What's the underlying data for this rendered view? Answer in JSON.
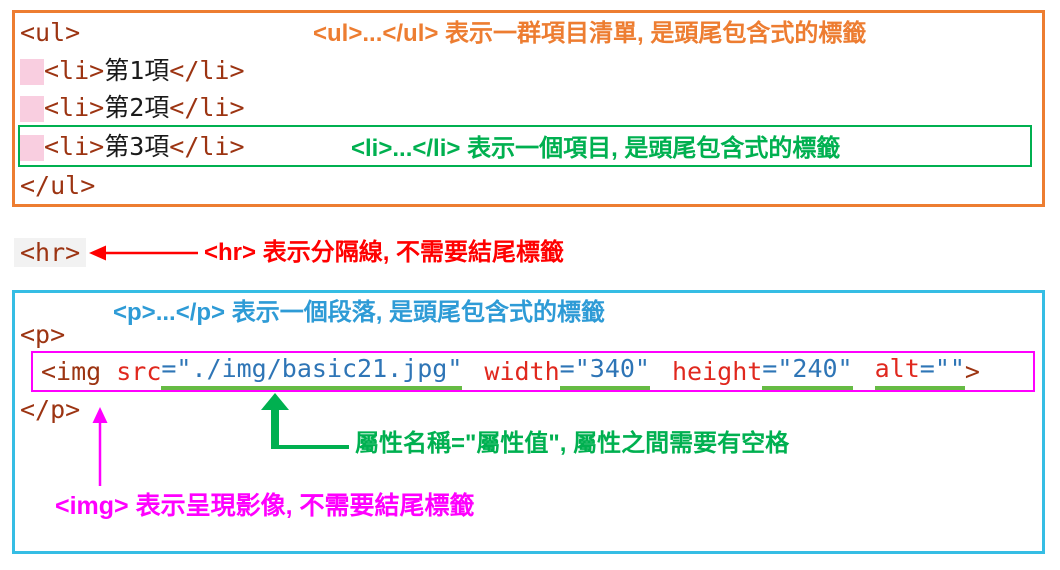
{
  "colors": {
    "orange": "#ED7D31",
    "green": "#00B050",
    "light_green": "#66BB44",
    "red": "#FF0000",
    "cyan": "#35BDE4",
    "blue": "#2E9BD6",
    "magenta": "#FF00FF",
    "code_tag": "#9C3412",
    "code_attr": "#E0281E",
    "code_value": "#2E75B6",
    "pink_highlight": "#F9CEE0"
  },
  "ul_box": {
    "open_tag": "<ul>",
    "annotation": "<ul>...</ul> 表示一群項目清單, 是頭尾包含式的標籤",
    "items": [
      {
        "open": "<li>",
        "text": "第1項",
        "close": "</li>"
      },
      {
        "open": "<li>",
        "text": "第2項",
        "close": "</li>"
      },
      {
        "open": "<li>",
        "text": "第3項",
        "close": "</li>"
      }
    ],
    "li_annotation": "<li>...</li> 表示一個項目, 是頭尾包含式的標籤",
    "close_tag": "</ul>"
  },
  "hr_row": {
    "code": "<hr>",
    "annotation": "<hr> 表示分隔線, 不需要結尾標籤"
  },
  "p_box": {
    "annotation": "<p>...</p> 表示一個段落, 是頭尾包含式的標籤",
    "p_open": "<p>",
    "p_close": "</p>",
    "img": {
      "tag_open": "<img",
      "attr_src": "src",
      "val_src": "=\"./img/basic21.jpg\"",
      "attr_width": "width",
      "val_width": "=\"340\"",
      "attr_height": "height",
      "val_height": "=\"240\"",
      "attr_alt": "alt",
      "val_alt": "=\"\"",
      "tag_close": ">"
    },
    "attr_annotation": "屬性名稱=\"屬性值\", 屬性之間需要有空格",
    "img_annotation": "<img> 表示呈現影像, 不需要結尾標籤"
  }
}
